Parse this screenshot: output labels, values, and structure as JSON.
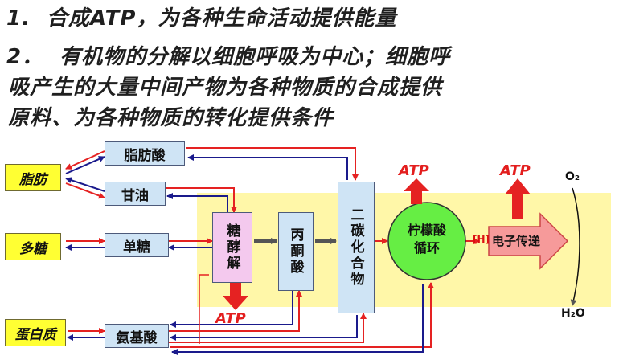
{
  "text": {
    "line1_num": "1.",
    "line1": "合成ATP，为各种生命活动提供能量",
    "line2_num": "2．",
    "line2": "有机物的分解以细胞呼吸为中心；细胞呼",
    "line3": "吸产生的大量中间产物为各种物质的合成提供",
    "line4": "原料、为各种物质的转化提供条件"
  },
  "nodes": {
    "fat": "脂肪",
    "polysaccharide": "多糖",
    "protein": "蛋白质",
    "fatty_acid": "脂肪酸",
    "glycerol": "甘油",
    "monosaccharide": "单糖",
    "amino_acid": "氨基酸",
    "glycolysis": "糖酵解",
    "pyruvate": "丙酮酸",
    "two_carbon": "二碳化合物",
    "citric_cycle_1": "柠檬酸",
    "citric_cycle_2": "循环",
    "h_label": "[H]",
    "electron_transport": "电子传递",
    "atp_top1": "ATP",
    "atp_top2": "ATP",
    "atp_bottom": "ATP",
    "o2": "O₂",
    "h2o": "H₂O"
  },
  "colors": {
    "yellow_box": "#ffff33",
    "blue_box": "#cfe4f5",
    "pink_box": "#f4c9ee",
    "green_circle": "#66ee44",
    "highlight_band": "#fff7a8",
    "arrow_red": "#e52222",
    "arrow_blue": "#1a1a8c",
    "atp_text": "#e31e1e"
  }
}
